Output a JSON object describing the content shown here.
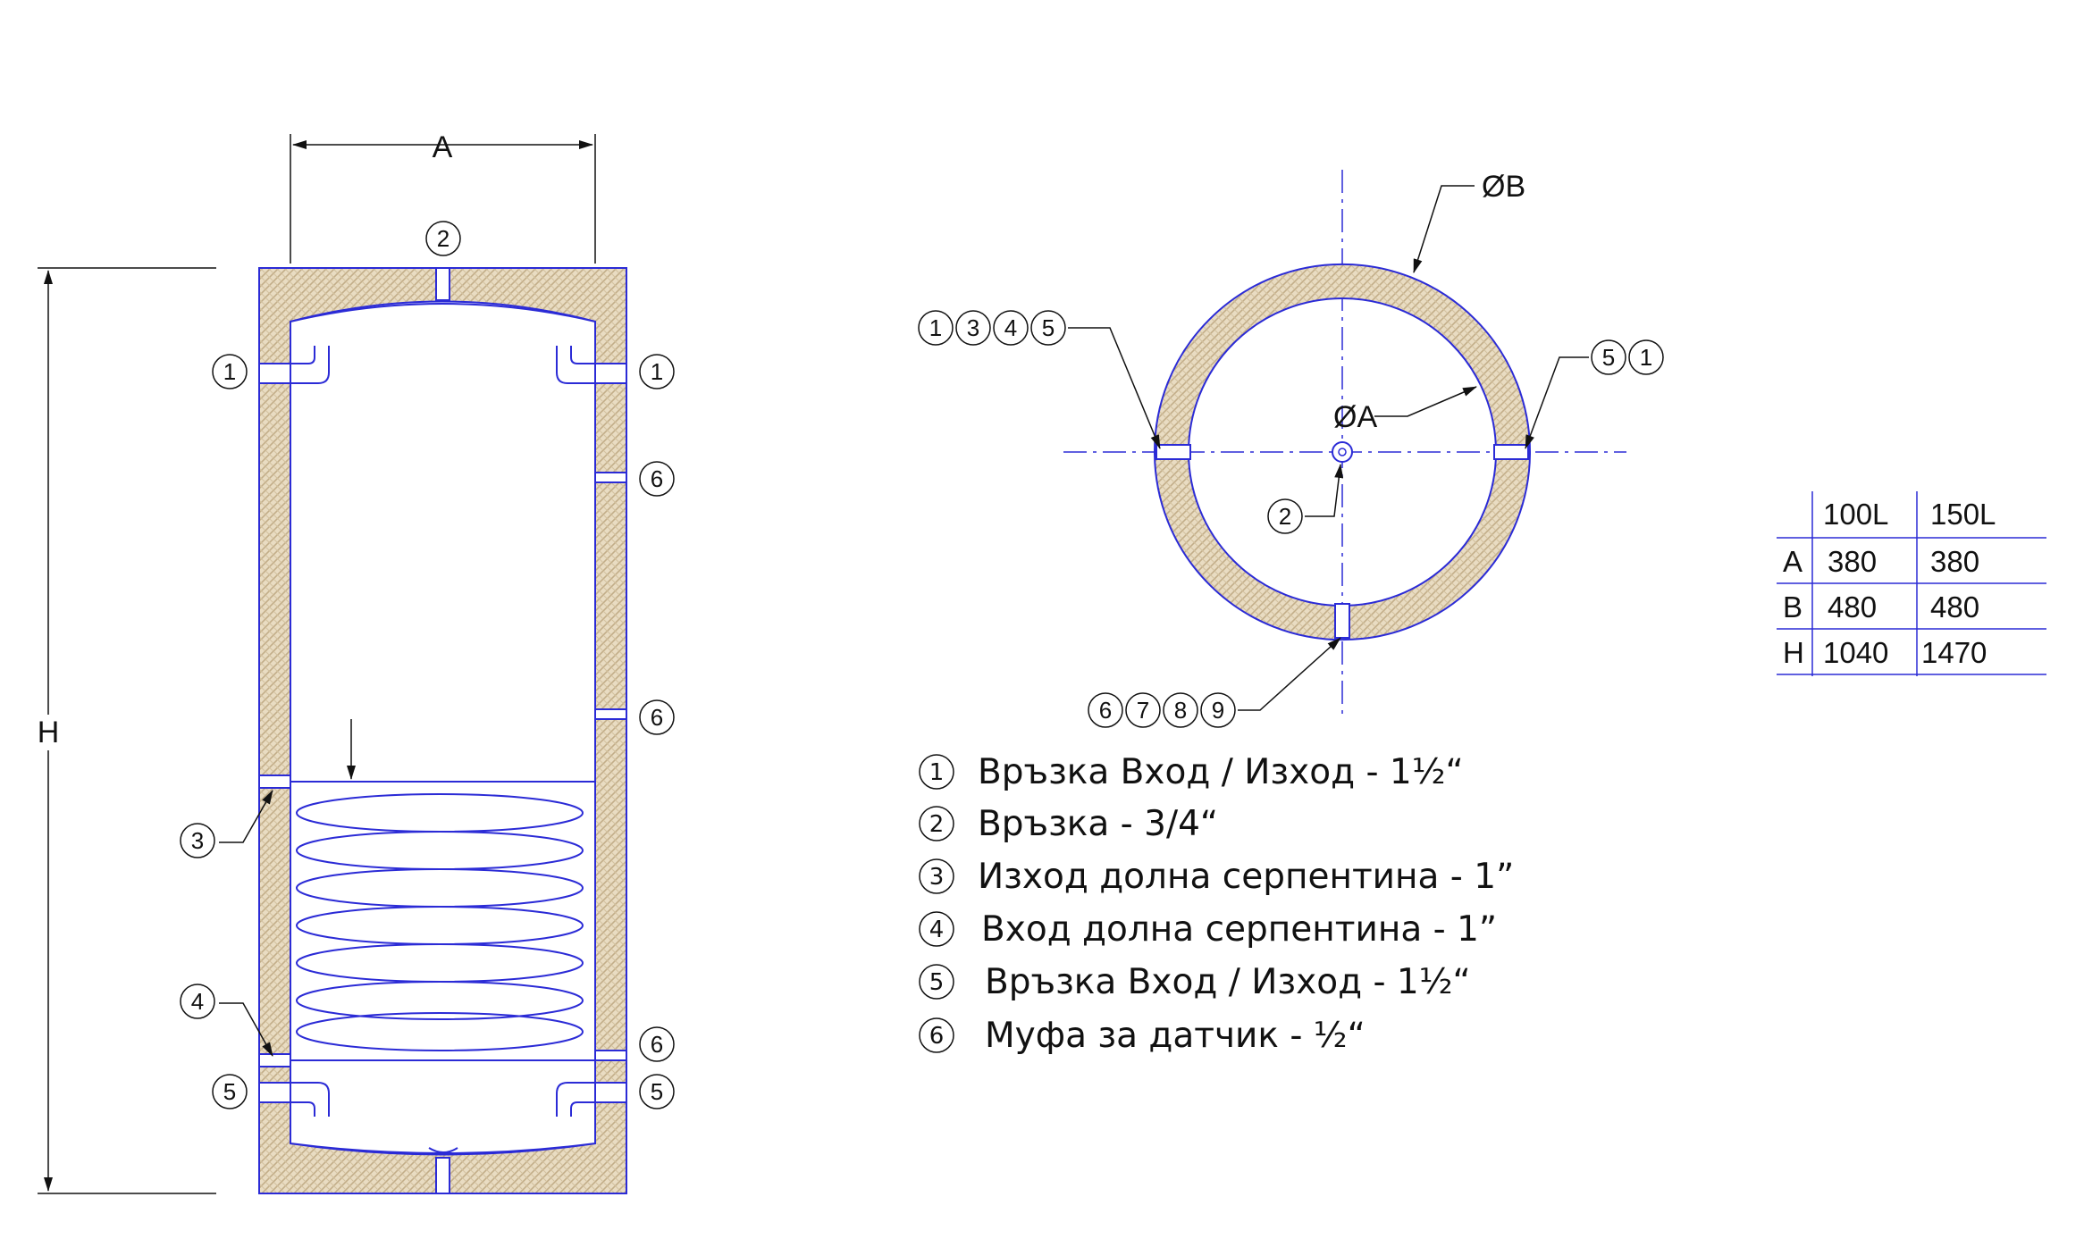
{
  "elevation": {
    "dim_width_label": "A",
    "dim_height_label": "H",
    "top_callout": "2",
    "left_callouts": [
      "1",
      "3",
      "4",
      "5"
    ],
    "right_callouts": [
      "1",
      "6",
      "6",
      "6",
      "5"
    ]
  },
  "plan": {
    "outer_dia_label": "ØB",
    "inner_dia_label": "ØA",
    "left_group": [
      "1",
      "3",
      "4",
      "5"
    ],
    "right_group": [
      "5",
      "1"
    ],
    "center_callout": "2",
    "bottom_group": [
      "6",
      "7",
      "8",
      "9"
    ]
  },
  "legend": [
    {
      "num": "1",
      "text": "Връзка Вход / Изход - 1½“"
    },
    {
      "num": "2",
      "text": "Връзка - 3/4“"
    },
    {
      "num": "3",
      "text": "Изход долна серпентина - 1”"
    },
    {
      "num": "4",
      "text": "Вход долна серпентина  - 1”"
    },
    {
      "num": "5",
      "text": "Връзка Вход / Изход - 1½“"
    },
    {
      "num": "6",
      "text": "Муфа за датчик - ½“"
    }
  ],
  "dimension_table": {
    "columns": [
      "",
      "100L",
      "150L"
    ],
    "rows": [
      [
        "A",
        "380",
        "380"
      ],
      [
        "B",
        "480",
        "480"
      ],
      [
        "H",
        "1040",
        "1470"
      ]
    ]
  },
  "colors": {
    "outline": "#2b2bd6",
    "insulation_fill": "#e9dcc2",
    "insulation_hatch": "#c9b48f",
    "dim_line": "#111111"
  }
}
